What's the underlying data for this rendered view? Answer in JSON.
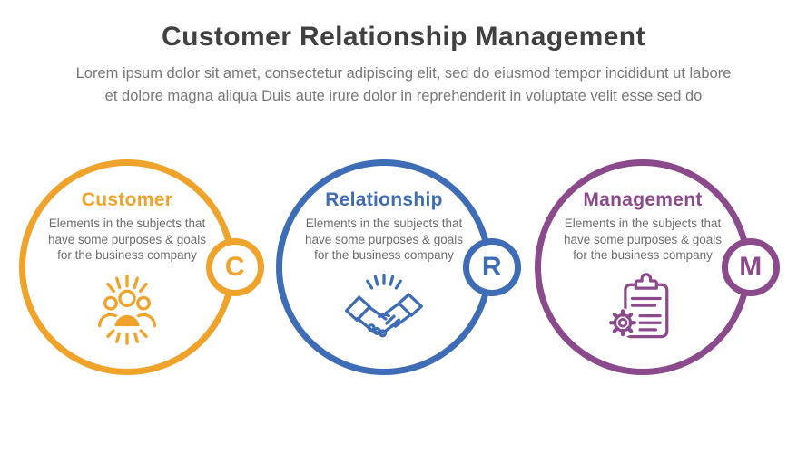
{
  "header": {
    "title": "Customer Relationship Management",
    "subtitle_lines": [
      "Lorem ipsum dolor sit amet, consectetur adipiscing elit, sed do eiusmod tempor incididunt ut labore",
      "et dolore magna aliqua Duis aute irure dolor in reprehenderit in voluptate velit esse sed do"
    ]
  },
  "sections": [
    {
      "title": "Customer",
      "badge_letter": "C",
      "icon": "people-group-icon",
      "accent_color": "#F0A32B",
      "desc_lines": [
        "Elements in the subjects that",
        "have some purposes & goals",
        "for the business company"
      ]
    },
    {
      "title": "Relationship",
      "badge_letter": "R",
      "icon": "handshake-icon",
      "accent_color": "#3E6CB5",
      "desc_lines": [
        "Elements in the subjects that",
        "have some purposes & goals",
        "for the business company"
      ]
    },
    {
      "title": "Management",
      "badge_letter": "M",
      "icon": "clipboard-gear-icon",
      "accent_color": "#8B4A8B",
      "desc_lines": [
        "Elements in the subjects that",
        "have some purposes & goals",
        "for the business company"
      ]
    }
  ],
  "colors": {
    "background": "#FFFFFF",
    "title_text": "#404041",
    "subtitle_text": "#77787A",
    "body_text": "#6D6E71"
  }
}
